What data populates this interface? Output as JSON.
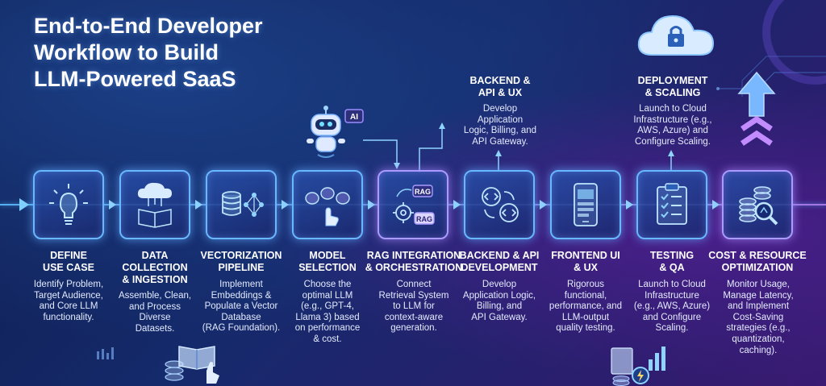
{
  "title_lines": [
    "End-to-End Developer",
    "Workflow to Build",
    "LLM-Powered SaaS"
  ],
  "badges": {
    "ai": "AI",
    "rag_top": "RAG",
    "rag_bottom": "RAG"
  },
  "top_callouts": [
    {
      "title_lines": [
        "BACKEND &",
        "API & UX"
      ],
      "desc_lines": [
        "Develop",
        "Application",
        "Logic, Billing, and",
        "API Gateway."
      ]
    },
    {
      "title_lines": [
        "DEPLOYMENT",
        "& SCALING"
      ],
      "desc_lines": [
        "Launch to Cloud",
        "Infrastructure (e.g.,",
        "AWS, Azure) and",
        "Configure Scaling."
      ]
    }
  ],
  "steps": [
    {
      "icon": "lightbulb-icon",
      "title_lines": [
        "DEFINE",
        "USE CASE"
      ],
      "desc_lines": [
        "Identify Problem,",
        "Target Audience,",
        "and Core LLM",
        "functionality."
      ]
    },
    {
      "icon": "cloud-book-icon",
      "title_lines": [
        "DATA",
        "COLLECTION",
        "& INGESTION"
      ],
      "desc_lines": [
        "Assemble, Clean,",
        "and Process",
        "Diverse",
        "Datasets."
      ]
    },
    {
      "icon": "database-network-icon",
      "title_lines": [
        "VECTORIZATION",
        "PIPELINE"
      ],
      "desc_lines": [
        "Implement",
        "Embeddings &",
        "Populate a Vector",
        "Database",
        "(RAG Foundation)."
      ]
    },
    {
      "icon": "brain-select-icon",
      "title_lines": [
        "MODEL",
        "SELECTION"
      ],
      "desc_lines": [
        "Choose the",
        "optimal LLM",
        "(e.g., GPT-4,",
        "Llama 3) based",
        "on performance",
        "& cost."
      ]
    },
    {
      "icon": "rag-gears-icon",
      "title_lines": [
        "RAG INTEGRATION",
        "& ORCHESTRATION"
      ],
      "desc_lines": [
        "Connect",
        "Retrieval System",
        "to LLM for",
        "context-aware",
        "generation."
      ]
    },
    {
      "icon": "code-gears-icon",
      "title_lines": [
        "BACKEND & API",
        "DEVELOPMENT"
      ],
      "desc_lines": [
        "Develop",
        "Application Logic,",
        "Billing, and",
        "API Gateway."
      ]
    },
    {
      "icon": "mobile-ui-icon",
      "title_lines": [
        "FRONTEND UI",
        "& UX"
      ],
      "desc_lines": [
        "Rigorous",
        "functional,",
        "performance, and",
        "LLM-output",
        "quality testing."
      ]
    },
    {
      "icon": "checklist-icon",
      "title_lines": [
        "TESTING",
        "& QA"
      ],
      "desc_lines": [
        "Launch to Cloud",
        "Infrastructure",
        "(e.g., AWS, Azure)",
        "and Configure",
        "Scaling."
      ]
    },
    {
      "icon": "cost-magnifier-icon",
      "title_lines": [
        "COST & RESOURCE",
        "OPTIMIZATION"
      ],
      "desc_lines": [
        "Monitor Usage,",
        "Manage Latency,",
        "and Implement",
        "Cost-Saving",
        "strategies (e.g.,",
        "quantization,",
        "caching)."
      ]
    }
  ],
  "colors": {
    "accent_blue": "#67b8ff",
    "accent_purple": "#a99bff",
    "background": "#152a6b"
  }
}
